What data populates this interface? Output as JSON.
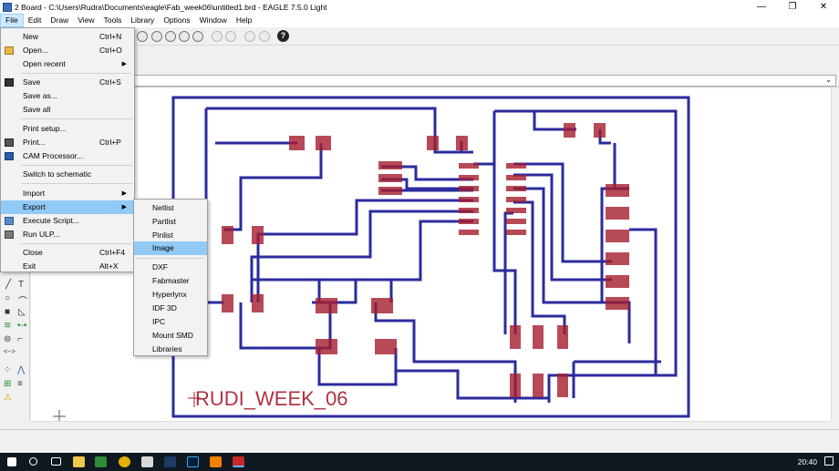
{
  "window": {
    "title": "2 Board - C:\\Users\\Rudra\\Documents\\eagle\\Fab_week06\\untitled1.brd - EAGLE 7.5.0 Light",
    "minimize": "—",
    "maximize": "❐",
    "close": "✕"
  },
  "menubar": [
    "File",
    "Edit",
    "Draw",
    "View",
    "Tools",
    "Library",
    "Options",
    "Window",
    "Help"
  ],
  "file_menu": {
    "new": {
      "label": "New",
      "shortcut": "Ctrl+N"
    },
    "open": {
      "label": "Open...",
      "shortcut": "Ctrl+O"
    },
    "open_recent": {
      "label": "Open recent"
    },
    "save": {
      "label": "Save",
      "shortcut": "Ctrl+S"
    },
    "save_as": {
      "label": "Save as..."
    },
    "save_all": {
      "label": "Save all"
    },
    "print_setup": {
      "label": "Print setup..."
    },
    "print": {
      "label": "Print...",
      "shortcut": "Ctrl+P"
    },
    "cam": {
      "label": "CAM Processor..."
    },
    "switch": {
      "label": "Switch to schematic"
    },
    "import": {
      "label": "Import"
    },
    "export": {
      "label": "Export"
    },
    "execute_script": {
      "label": "Execute Script..."
    },
    "run_ulp": {
      "label": "Run ULP..."
    },
    "close": {
      "label": "Close",
      "shortcut": "Ctrl+F4"
    },
    "exit": {
      "label": "Exit",
      "shortcut": "Alt+X"
    },
    "submenu_arrow": "▶"
  },
  "export_menu": [
    "Netlist",
    "Partlist",
    "Pinlist",
    "Image",
    "DXF",
    "Fabmaster",
    "Hyperlynx",
    "IDF 3D",
    "IPC",
    "Mount SMD",
    "Libraries"
  ],
  "toolbar": {
    "help": "?"
  },
  "cmdbar": {
    "dropdown": "⌄"
  },
  "board": {
    "label": "RUDI_WEEK_06"
  },
  "taskbar": {
    "clock": "20:40"
  },
  "colors": {
    "trace": "#2b2b9e",
    "pad": "#8b1a1a",
    "highlight": "#91c9f7"
  }
}
